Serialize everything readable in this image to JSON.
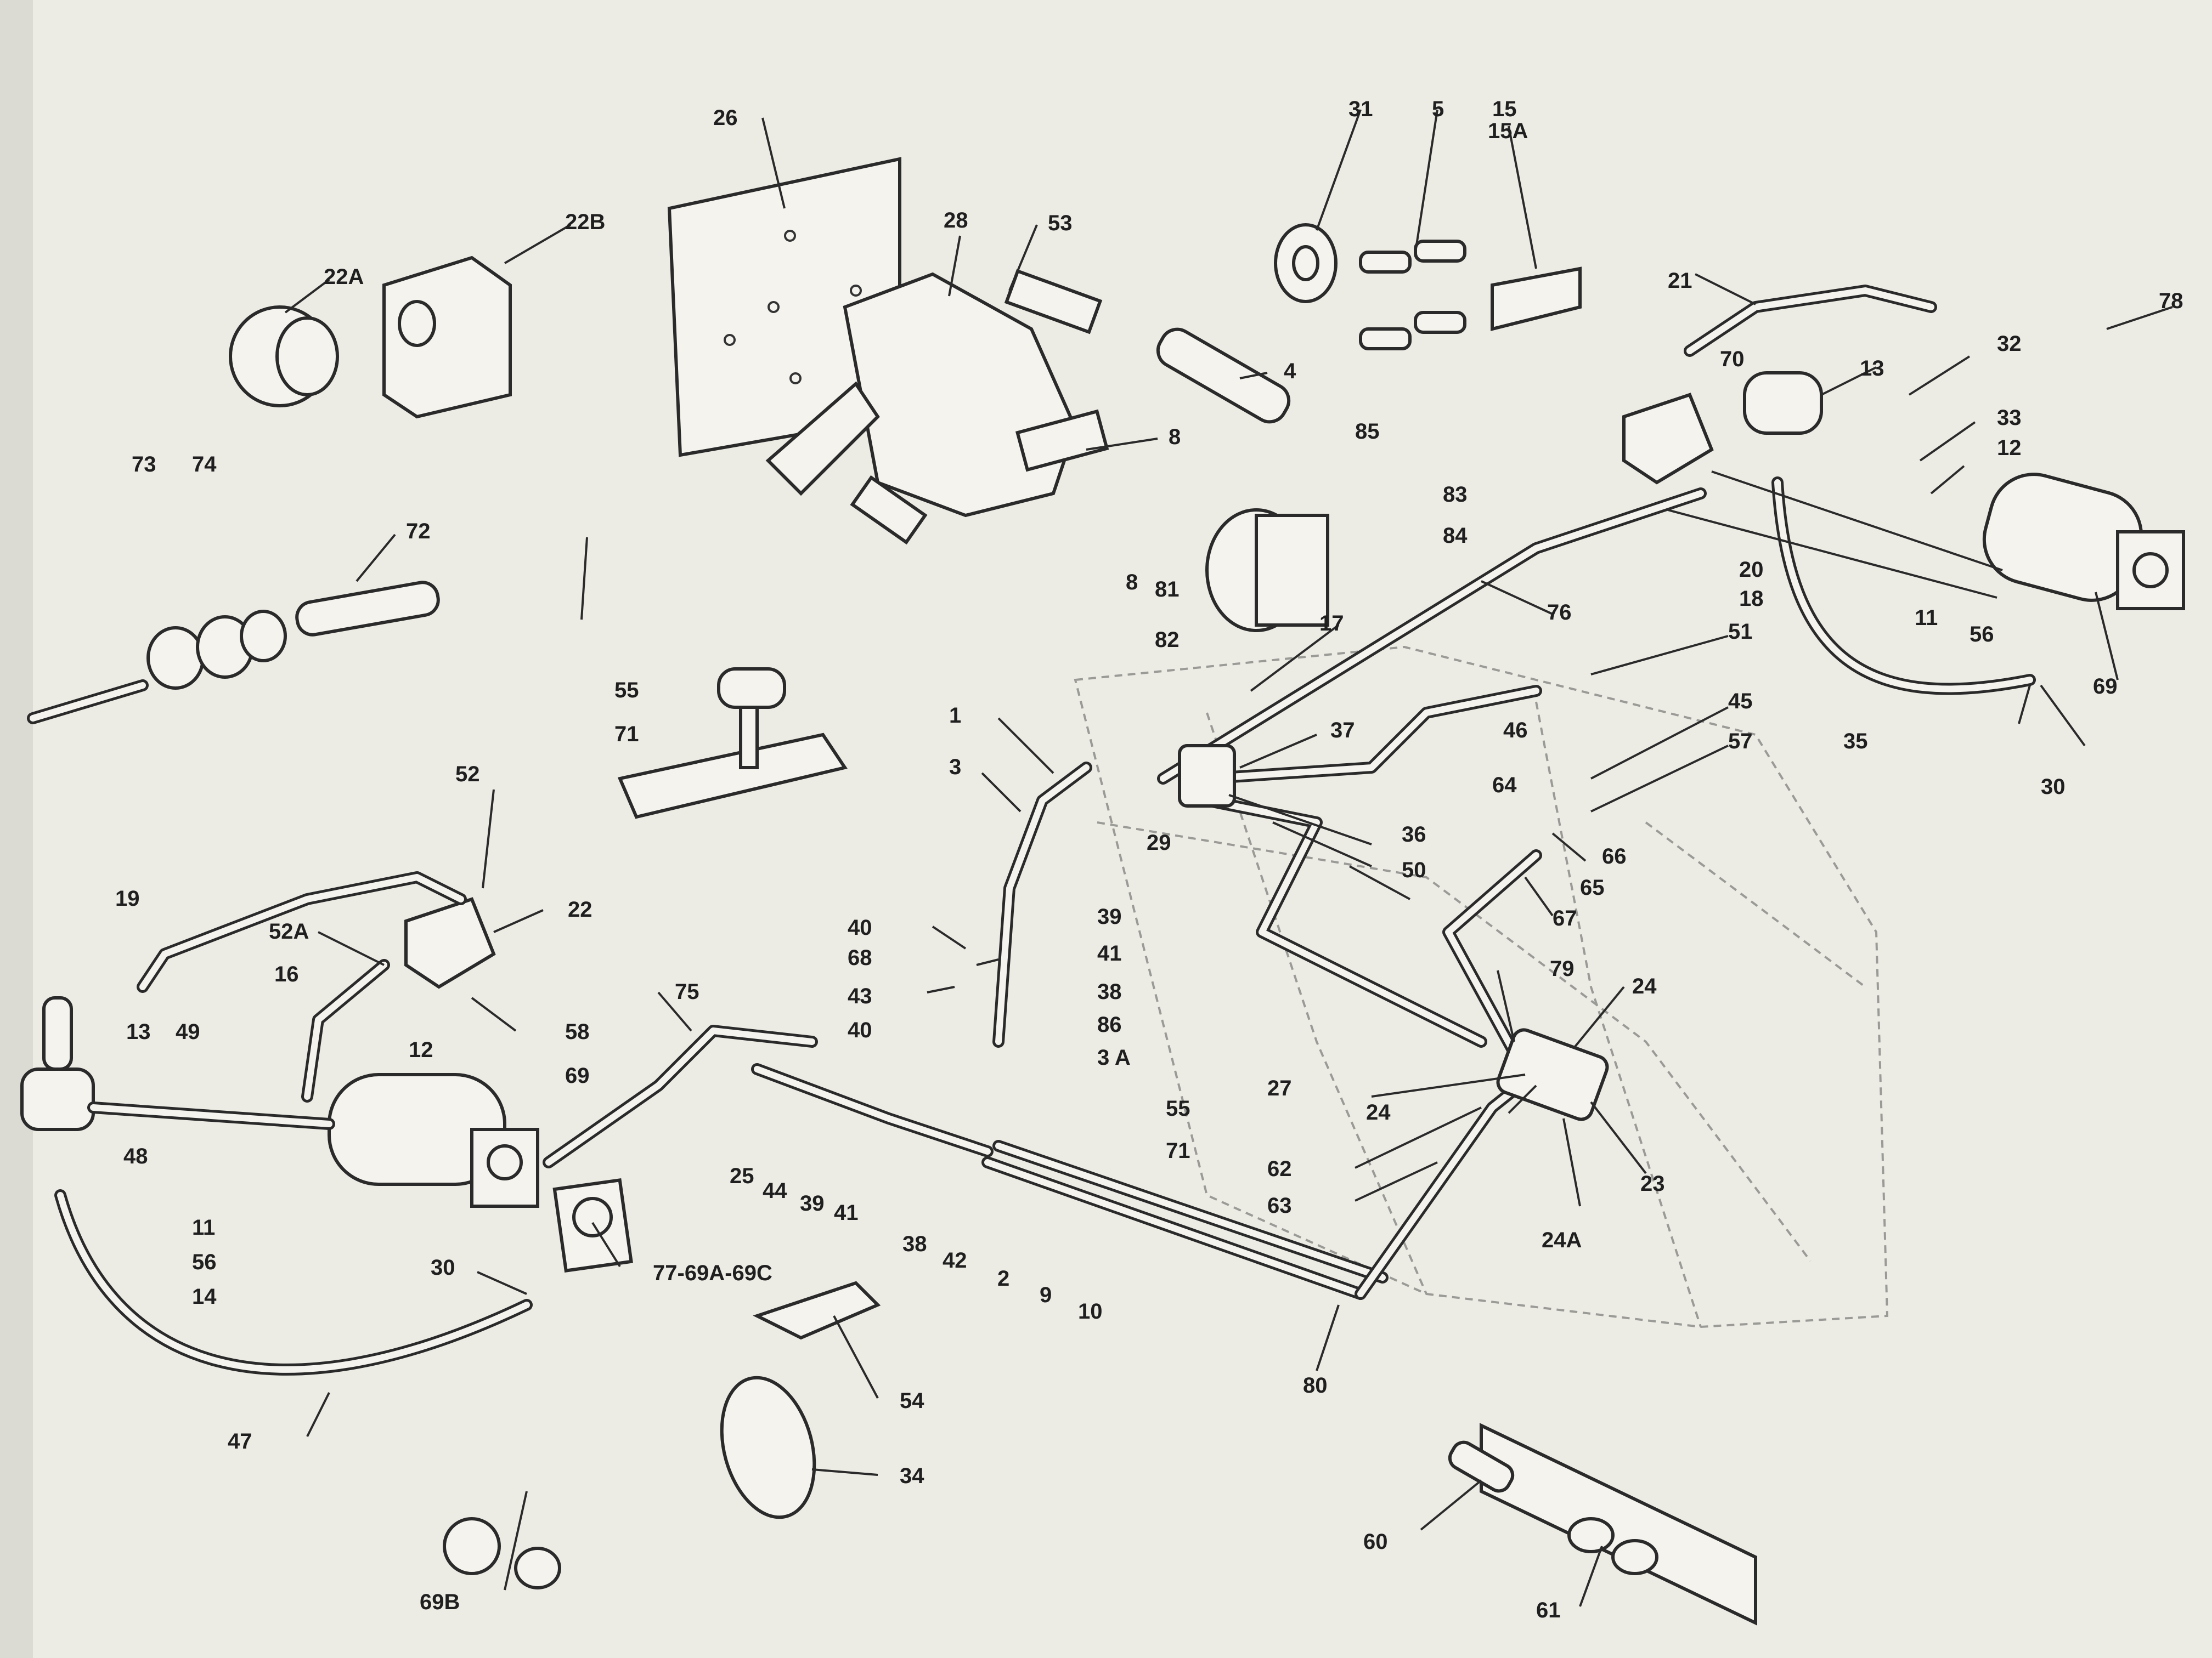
{
  "labels": [
    {
      "id": "l26",
      "text": "26"
    },
    {
      "id": "l28",
      "text": "28"
    },
    {
      "id": "l53",
      "text": "53"
    },
    {
      "id": "l31",
      "text": "31"
    },
    {
      "id": "l5",
      "text": "5"
    },
    {
      "id": "l15",
      "text": "15"
    },
    {
      "id": "l15a",
      "text": "15A"
    },
    {
      "id": "l22b",
      "text": "22B"
    },
    {
      "id": "l22a",
      "text": "22A"
    },
    {
      "id": "l4",
      "text": "4"
    },
    {
      "id": "l8a",
      "text": "8"
    },
    {
      "id": "l85",
      "text": "85"
    },
    {
      "id": "l83",
      "text": "83"
    },
    {
      "id": "l84",
      "text": "84"
    },
    {
      "id": "l8b",
      "text": "8"
    },
    {
      "id": "l81",
      "text": "81"
    },
    {
      "id": "l82",
      "text": "82"
    },
    {
      "id": "l21",
      "text": "21"
    },
    {
      "id": "l78",
      "text": "78"
    },
    {
      "id": "l70",
      "text": "70"
    },
    {
      "id": "l13a",
      "text": "13"
    },
    {
      "id": "l32",
      "text": "32"
    },
    {
      "id": "l33",
      "text": "33"
    },
    {
      "id": "l12a",
      "text": "12"
    },
    {
      "id": "l20",
      "text": "20"
    },
    {
      "id": "l18",
      "text": "18"
    },
    {
      "id": "l76",
      "text": "76"
    },
    {
      "id": "l11a",
      "text": "11"
    },
    {
      "id": "l56a",
      "text": "56"
    },
    {
      "id": "l69a",
      "text": "69"
    },
    {
      "id": "l35",
      "text": "35"
    },
    {
      "id": "l30a",
      "text": "30"
    },
    {
      "id": "l73",
      "text": "73"
    },
    {
      "id": "l74",
      "text": "74"
    },
    {
      "id": "l72",
      "text": "72"
    },
    {
      "id": "l55a",
      "text": "55"
    },
    {
      "id": "l71a",
      "text": "71"
    },
    {
      "id": "l17",
      "text": "17"
    },
    {
      "id": "l51",
      "text": "51"
    },
    {
      "id": "l45",
      "text": "45"
    },
    {
      "id": "l37",
      "text": "37"
    },
    {
      "id": "l46",
      "text": "46"
    },
    {
      "id": "l57",
      "text": "57"
    },
    {
      "id": "l1",
      "text": "1"
    },
    {
      "id": "l3",
      "text": "3"
    },
    {
      "id": "l64",
      "text": "64"
    },
    {
      "id": "l36",
      "text": "36"
    },
    {
      "id": "l66",
      "text": "66"
    },
    {
      "id": "l29",
      "text": "29"
    },
    {
      "id": "l50",
      "text": "50"
    },
    {
      "id": "l65",
      "text": "65"
    },
    {
      "id": "l67",
      "text": "67"
    },
    {
      "id": "l52",
      "text": "52"
    },
    {
      "id": "l22",
      "text": "22"
    },
    {
      "id": "l19",
      "text": "19"
    },
    {
      "id": "l52a",
      "text": "52A"
    },
    {
      "id": "l16",
      "text": "16"
    },
    {
      "id": "l58",
      "text": "58"
    },
    {
      "id": "l13b",
      "text": "13"
    },
    {
      "id": "l49",
      "text": "49"
    },
    {
      "id": "l12b",
      "text": "12"
    },
    {
      "id": "l69b",
      "text": "69"
    },
    {
      "id": "l75",
      "text": "75"
    },
    {
      "id": "l40a",
      "text": "40"
    },
    {
      "id": "l39a",
      "text": "39"
    },
    {
      "id": "l68",
      "text": "68"
    },
    {
      "id": "l41a",
      "text": "41"
    },
    {
      "id": "l43",
      "text": "43"
    },
    {
      "id": "l38a",
      "text": "38"
    },
    {
      "id": "l40b",
      "text": "40"
    },
    {
      "id": "l86",
      "text": "86"
    },
    {
      "id": "l3a",
      "text": "3 A"
    },
    {
      "id": "l55b",
      "text": "55"
    },
    {
      "id": "l71b",
      "text": "71"
    },
    {
      "id": "l79",
      "text": "79"
    },
    {
      "id": "l24a",
      "text": "24"
    },
    {
      "id": "l27",
      "text": "27"
    },
    {
      "id": "l24b",
      "text": "24"
    },
    {
      "id": "l23",
      "text": "23"
    },
    {
      "id": "l62",
      "text": "62"
    },
    {
      "id": "l63",
      "text": "63"
    },
    {
      "id": "l24c",
      "text": "24A"
    },
    {
      "id": "l48",
      "text": "48"
    },
    {
      "id": "l11b",
      "text": "11"
    },
    {
      "id": "l56b",
      "text": "56"
    },
    {
      "id": "l14",
      "text": "14"
    },
    {
      "id": "l25",
      "text": "25"
    },
    {
      "id": "l44",
      "text": "44"
    },
    {
      "id": "l39b",
      "text": "39"
    },
    {
      "id": "l41b",
      "text": "41"
    },
    {
      "id": "l38b",
      "text": "38"
    },
    {
      "id": "l42",
      "text": "42"
    },
    {
      "id": "l2",
      "text": "2"
    },
    {
      "id": "l9",
      "text": "9"
    },
    {
      "id": "l10",
      "text": "10"
    },
    {
      "id": "l30b",
      "text": "30"
    },
    {
      "id": "l77",
      "text": "77-69A-69C"
    },
    {
      "id": "l80",
      "text": "80"
    },
    {
      "id": "l54",
      "text": "54"
    },
    {
      "id": "l34",
      "text": "34"
    },
    {
      "id": "l47",
      "text": "47"
    },
    {
      "id": "l60",
      "text": "60"
    },
    {
      "id": "l69c",
      "text": "69B"
    },
    {
      "id": "l61",
      "text": "61"
    }
  ]
}
